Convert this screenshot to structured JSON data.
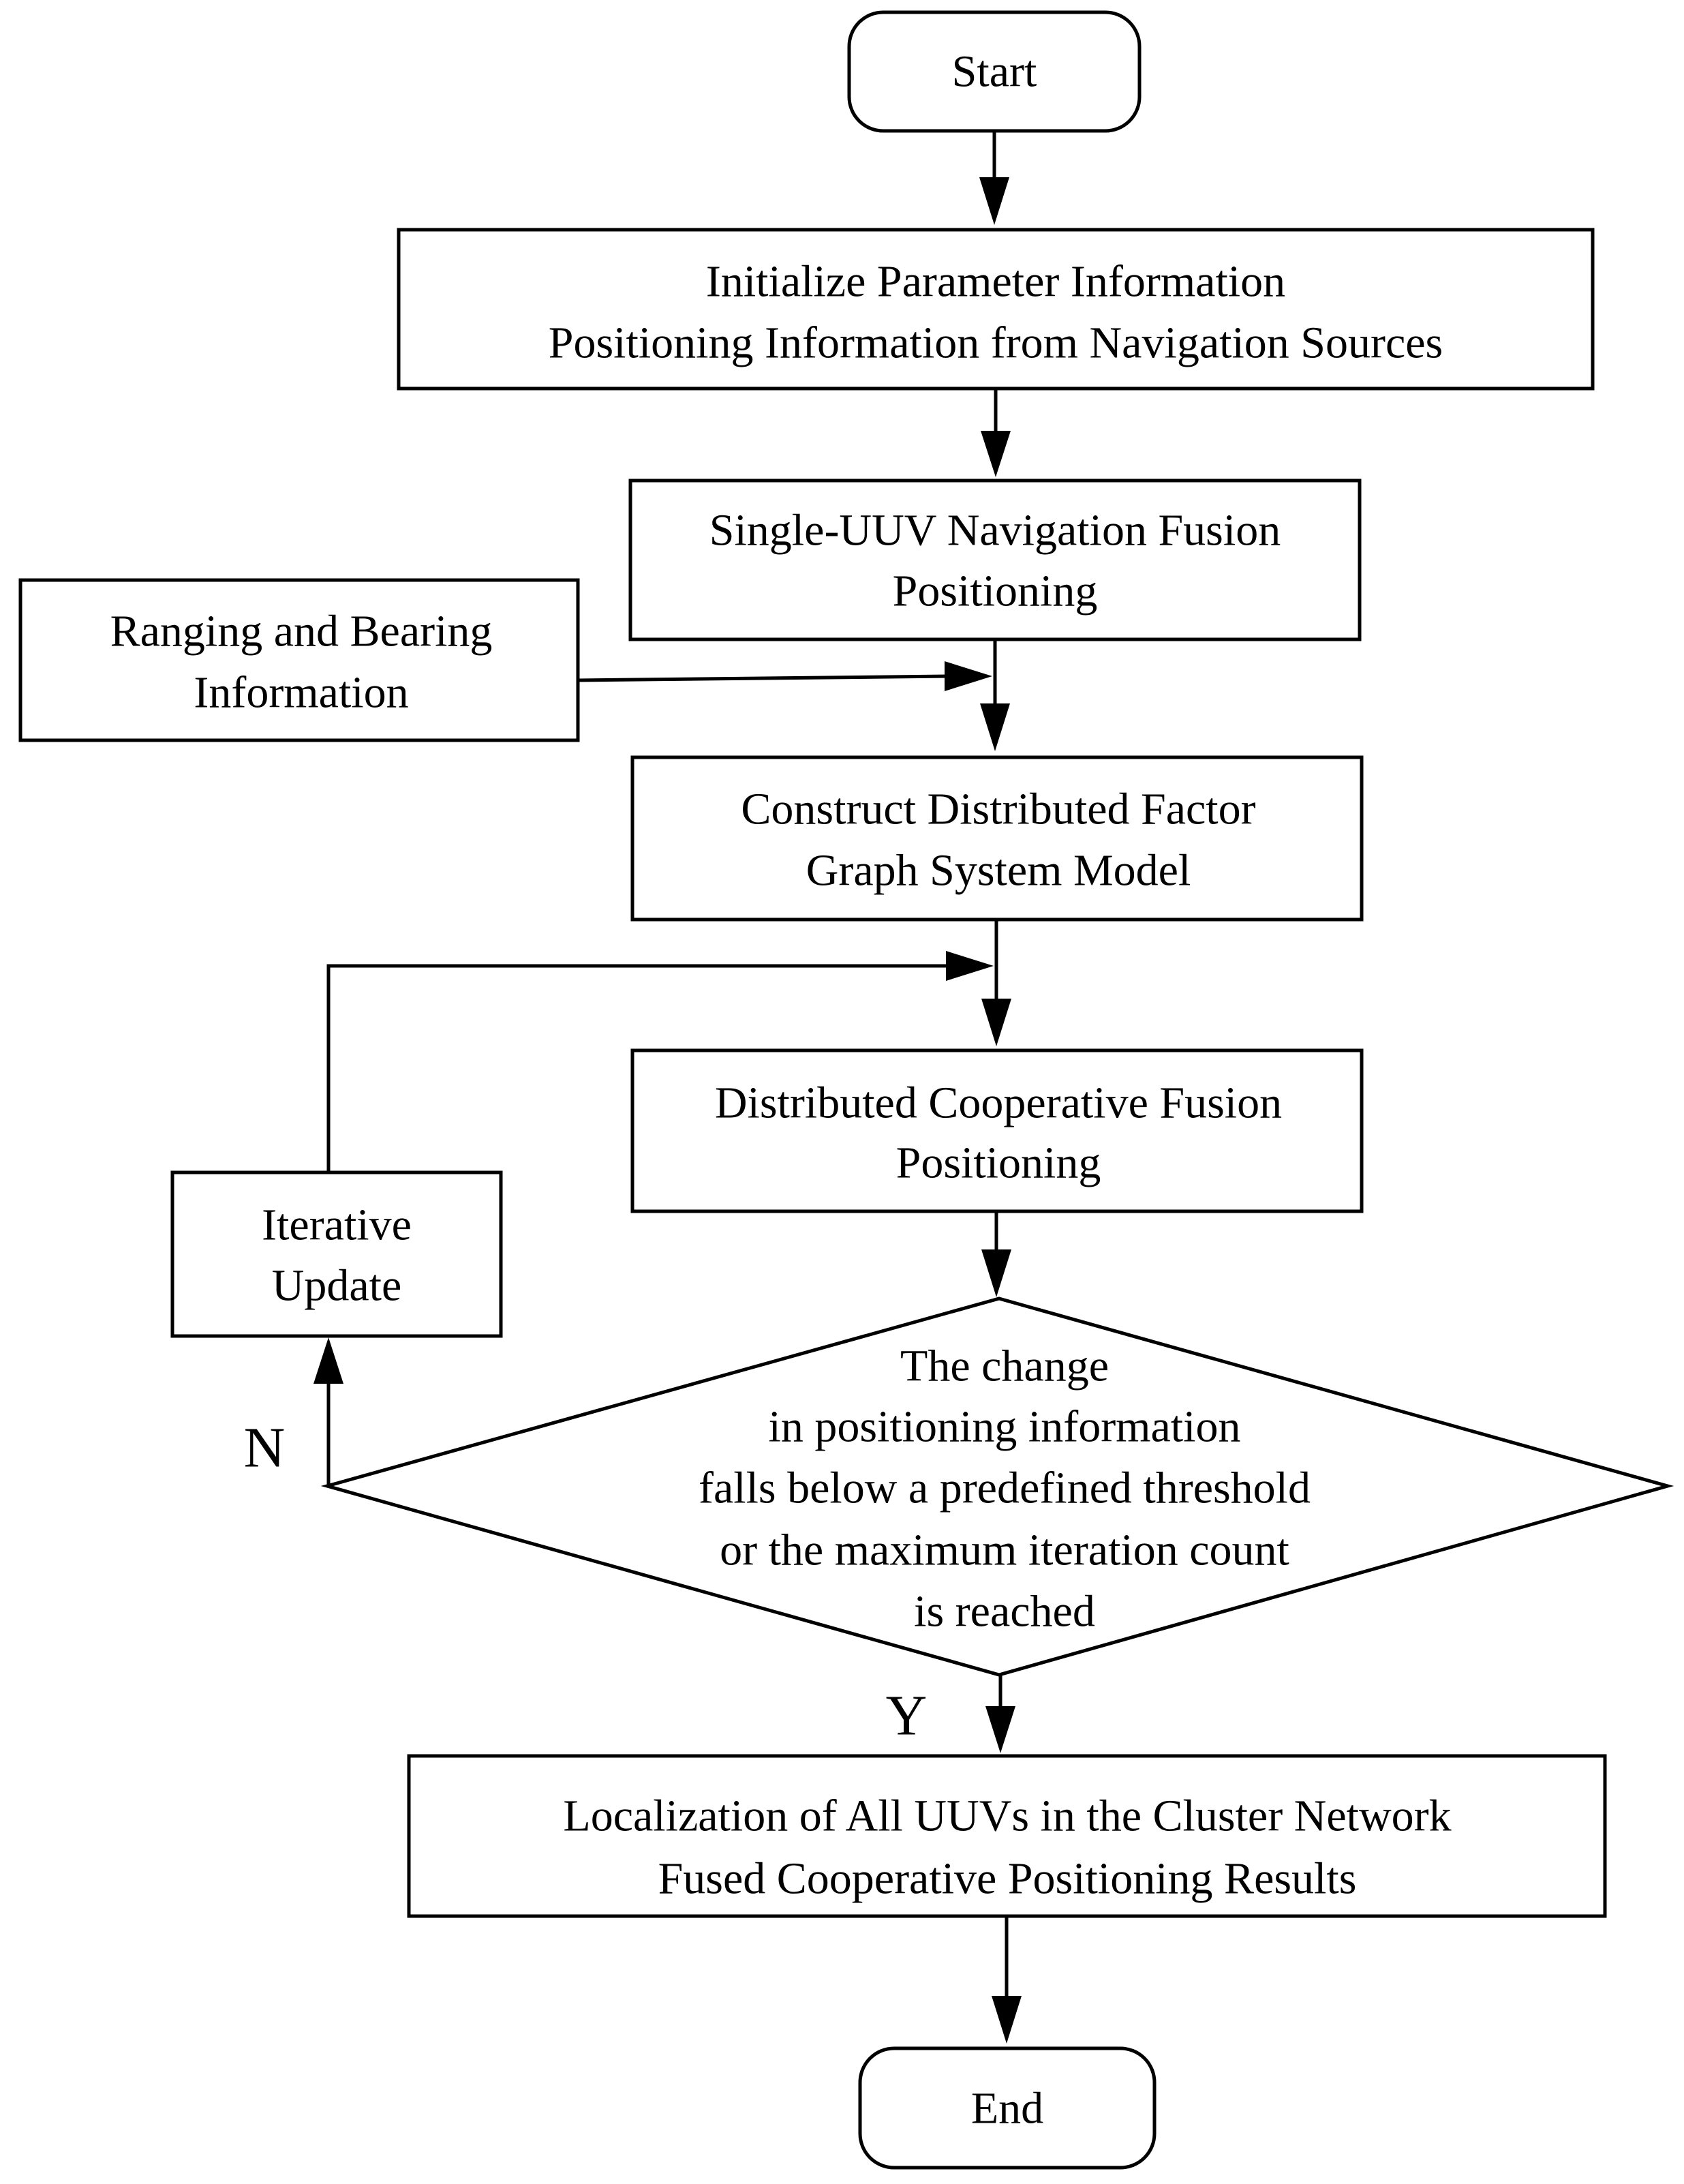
{
  "flowchart": {
    "start": "Start",
    "initialize": {
      "line1": "Initialize Parameter Information",
      "line2": "Positioning Information from Navigation Sources"
    },
    "single_uuv": {
      "line1": "Single-UUV Navigation Fusion",
      "line2": "Positioning"
    },
    "ranging": {
      "line1": "Ranging and Bearing",
      "line2": "Information"
    },
    "construct": {
      "line1": "Construct Distributed Factor",
      "line2": "Graph System Model"
    },
    "cooperative": {
      "line1": "Distributed Cooperative Fusion",
      "line2": "Positioning"
    },
    "iterative": {
      "line1": "Iterative",
      "line2": "Update"
    },
    "decision": {
      "line1": "The change",
      "line2": "in positioning information",
      "line3": "falls below a predefined threshold",
      "line4": "or the maximum iteration count",
      "line5": "is reached"
    },
    "no_label": "N",
    "yes_label": "Y",
    "localization": {
      "line1": "Localization of All UUVs in the Cluster Network",
      "line2": "Fused Cooperative Positioning Results"
    },
    "end": "End"
  }
}
